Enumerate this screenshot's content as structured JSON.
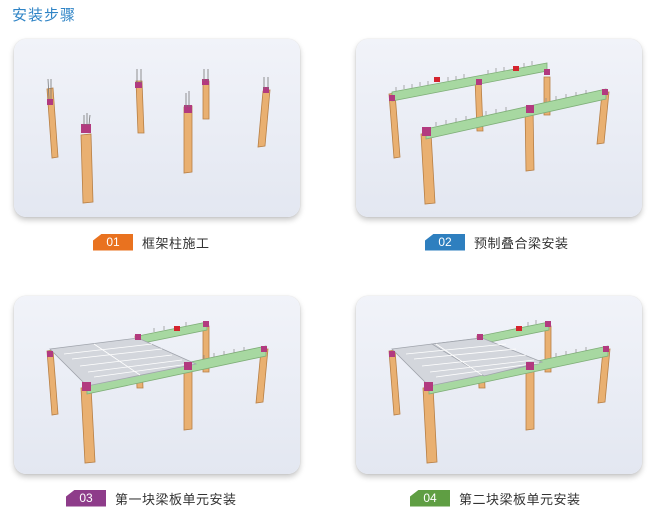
{
  "heading": "安装步骤",
  "steps": [
    {
      "number": "01",
      "label": "框架柱施工",
      "badge_color": "#e9721f"
    },
    {
      "number": "02",
      "label": "预制叠合梁安装",
      "badge_color": "#2e7fbf"
    },
    {
      "number": "03",
      "label": "第一块梁板单元安装",
      "badge_color": "#8e3c8a"
    },
    {
      "number": "04",
      "label": "第二块梁板单元安装",
      "badge_color": "#5f9e43"
    }
  ],
  "colors": {
    "column": "#e9b071",
    "beam": "#a7d8a1",
    "slab": "#d3d6dc",
    "joint": "#b23a7f",
    "block": "#d4242e"
  }
}
